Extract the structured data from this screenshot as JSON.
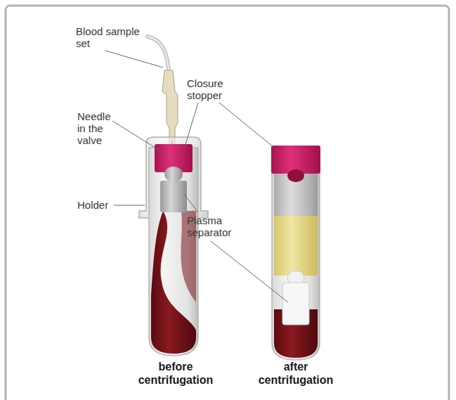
{
  "diagram": {
    "labels": [
      "Blood sample set",
      "Closure stopper",
      "Needle in the valve",
      "Holder",
      "Plasma separator",
      "before centrifugation",
      "after centrifugation"
    ]
  }
}
